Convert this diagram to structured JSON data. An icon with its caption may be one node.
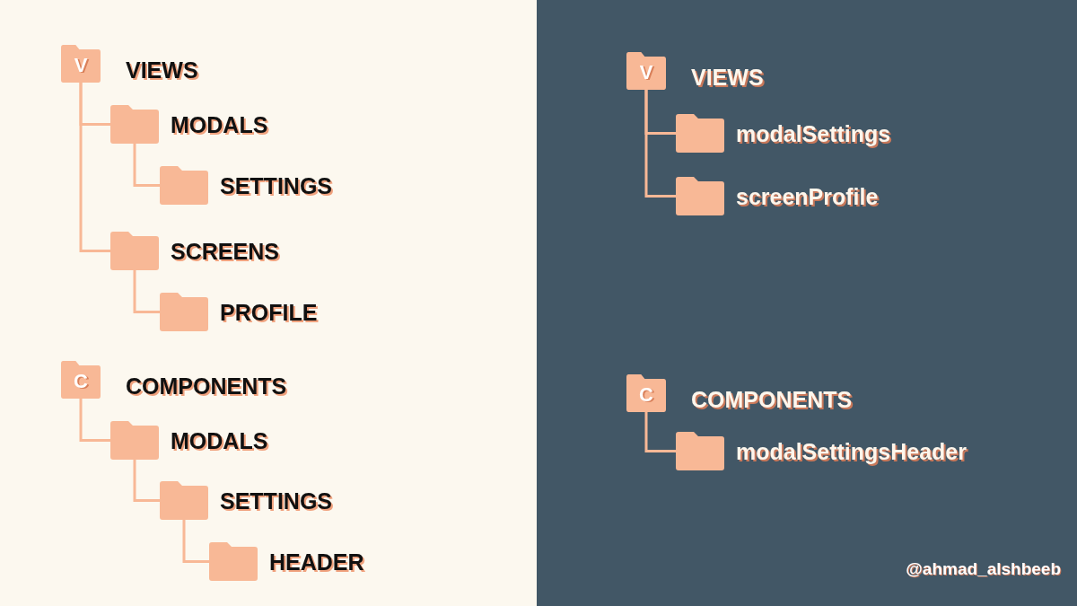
{
  "diagram": {
    "nodes": [
      {
        "text": [
          "V"
        ],
        "beside": [
          "VIEWS"
        ]
      },
      {
        "text": [],
        "shape": "folder",
        "beside": [
          "MODALS"
        ]
      },
      {
        "text": [],
        "shape": "folder",
        "beside": [
          "SETTINGS"
        ]
      },
      {
        "text": [],
        "shape": "folder",
        "beside": [
          "SCREENS"
        ]
      },
      {
        "text": [],
        "shape": "folder",
        "beside": [
          "PROFILE"
        ]
      },
      {
        "text": [
          "C"
        ],
        "beside": [
          "COMPONENTS"
        ]
      },
      {
        "text": [],
        "shape": "folder",
        "beside": [
          "MODALS"
        ]
      },
      {
        "text": [],
        "shape": "folder",
        "beside": [
          "SETTINGS"
        ]
      },
      {
        "text": [],
        "shape": "folder",
        "beside": [
          "HEADER"
        ]
      },
      {
        "text": [
          "V"
        ],
        "beside": [
          "VIEWS"
        ]
      },
      {
        "text": [],
        "shape": "folder",
        "beside": [
          "modalSettings"
        ]
      },
      {
        "text": [],
        "shape": "folder",
        "beside": [
          "screenProfile"
        ]
      },
      {
        "text": [
          "C"
        ],
        "beside": [
          "COMPONENTS"
        ]
      },
      {
        "text": [],
        "shape": "folder",
        "beside": [
          "modalSettingsHeader"
        ]
      }
    ],
    "edges": [
      {
        "from": 0,
        "to": 1,
        "arrow": "none"
      },
      {
        "from": 1,
        "to": 2,
        "arrow": "none"
      },
      {
        "from": 0,
        "to": 3,
        "arrow": "none"
      },
      {
        "from": 3,
        "to": 4,
        "arrow": "none"
      },
      {
        "from": 5,
        "to": 6,
        "arrow": "none"
      },
      {
        "from": 6,
        "to": 7,
        "arrow": "none"
      },
      {
        "from": 7,
        "to": 8,
        "arrow": "none"
      },
      {
        "from": 9,
        "to": 10,
        "arrow": "none"
      },
      {
        "from": 9,
        "to": 11,
        "arrow": "none"
      },
      {
        "from": 12,
        "to": 13,
        "arrow": "none"
      }
    ],
    "labels": [
      "@ahmad_alshbeeb"
    ]
  }
}
